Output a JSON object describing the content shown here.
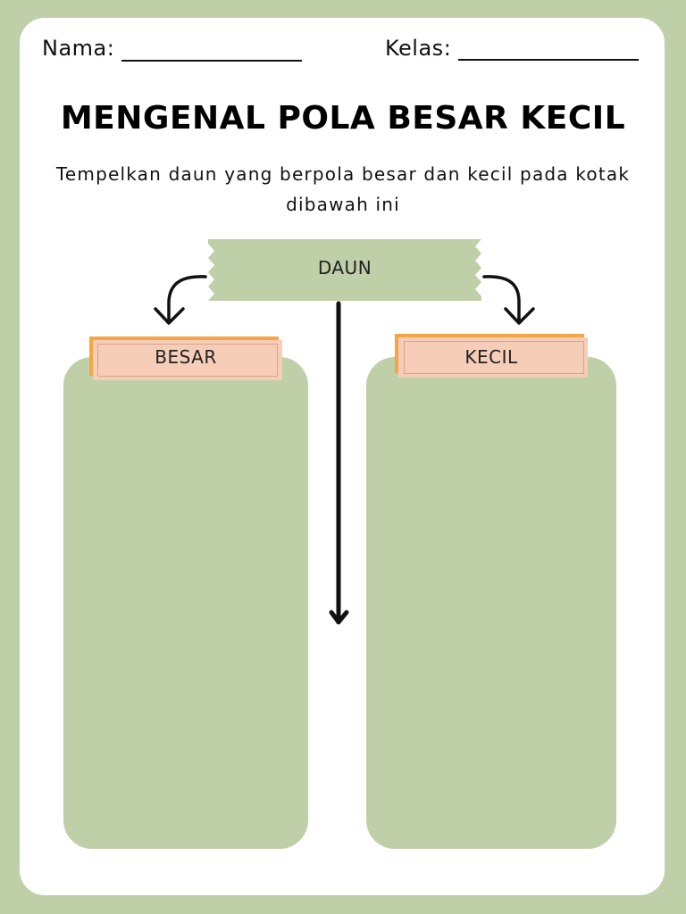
{
  "header": {
    "name_label": "Nama:",
    "class_label": "Kelas:"
  },
  "title": "MENGENAL POLA BESAR KECIL",
  "instruction": "Tempelkan daun yang berpola besar dan kecil pada kotak dibawah ini",
  "center_tape": {
    "label": "DAUN"
  },
  "categories": {
    "left": {
      "label": "BESAR"
    },
    "right": {
      "label": "KECIL"
    }
  },
  "colors": {
    "background": "#bfcfa8",
    "sheet": "#ffffff",
    "tape": "#bfcfa8",
    "label_front": "#f6cdb7",
    "label_back": "#f5a543",
    "text": "#111111"
  },
  "icons": {
    "left_arrow": "curved-arrow-down-left-icon",
    "right_arrow": "curved-arrow-down-right-icon",
    "center_arrow": "arrow-down-icon"
  }
}
